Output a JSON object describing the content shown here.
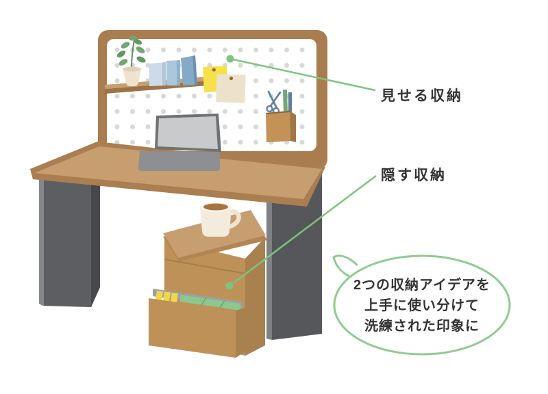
{
  "annotations": {
    "show_label": "見せる収納",
    "hide_label": "隠す収納",
    "bubble_line1": "2つの収納アイデアを",
    "bubble_line2": "上手に使い分けて",
    "bubble_line3": "洗練された印象に"
  },
  "palette": {
    "wood_light": "#C79E6F",
    "wood_shadow": "#AA7E50",
    "frame_brown": "#A97D50",
    "cabinet_brown": "#BE9159",
    "cabinet_side": "#A8814F",
    "leg_gray": "#5C5E62",
    "accent_green": "#7DC47E",
    "bubble_border_green": "#8FCB90",
    "text_color": "#333333",
    "note_yellow": "#F6E14D",
    "note_beige": "#ECE2CC",
    "file_green": "#8BC88E",
    "folder_tab_yellow": "#F2D74B",
    "pegboard_dot_gray": "#D8D8D8"
  }
}
